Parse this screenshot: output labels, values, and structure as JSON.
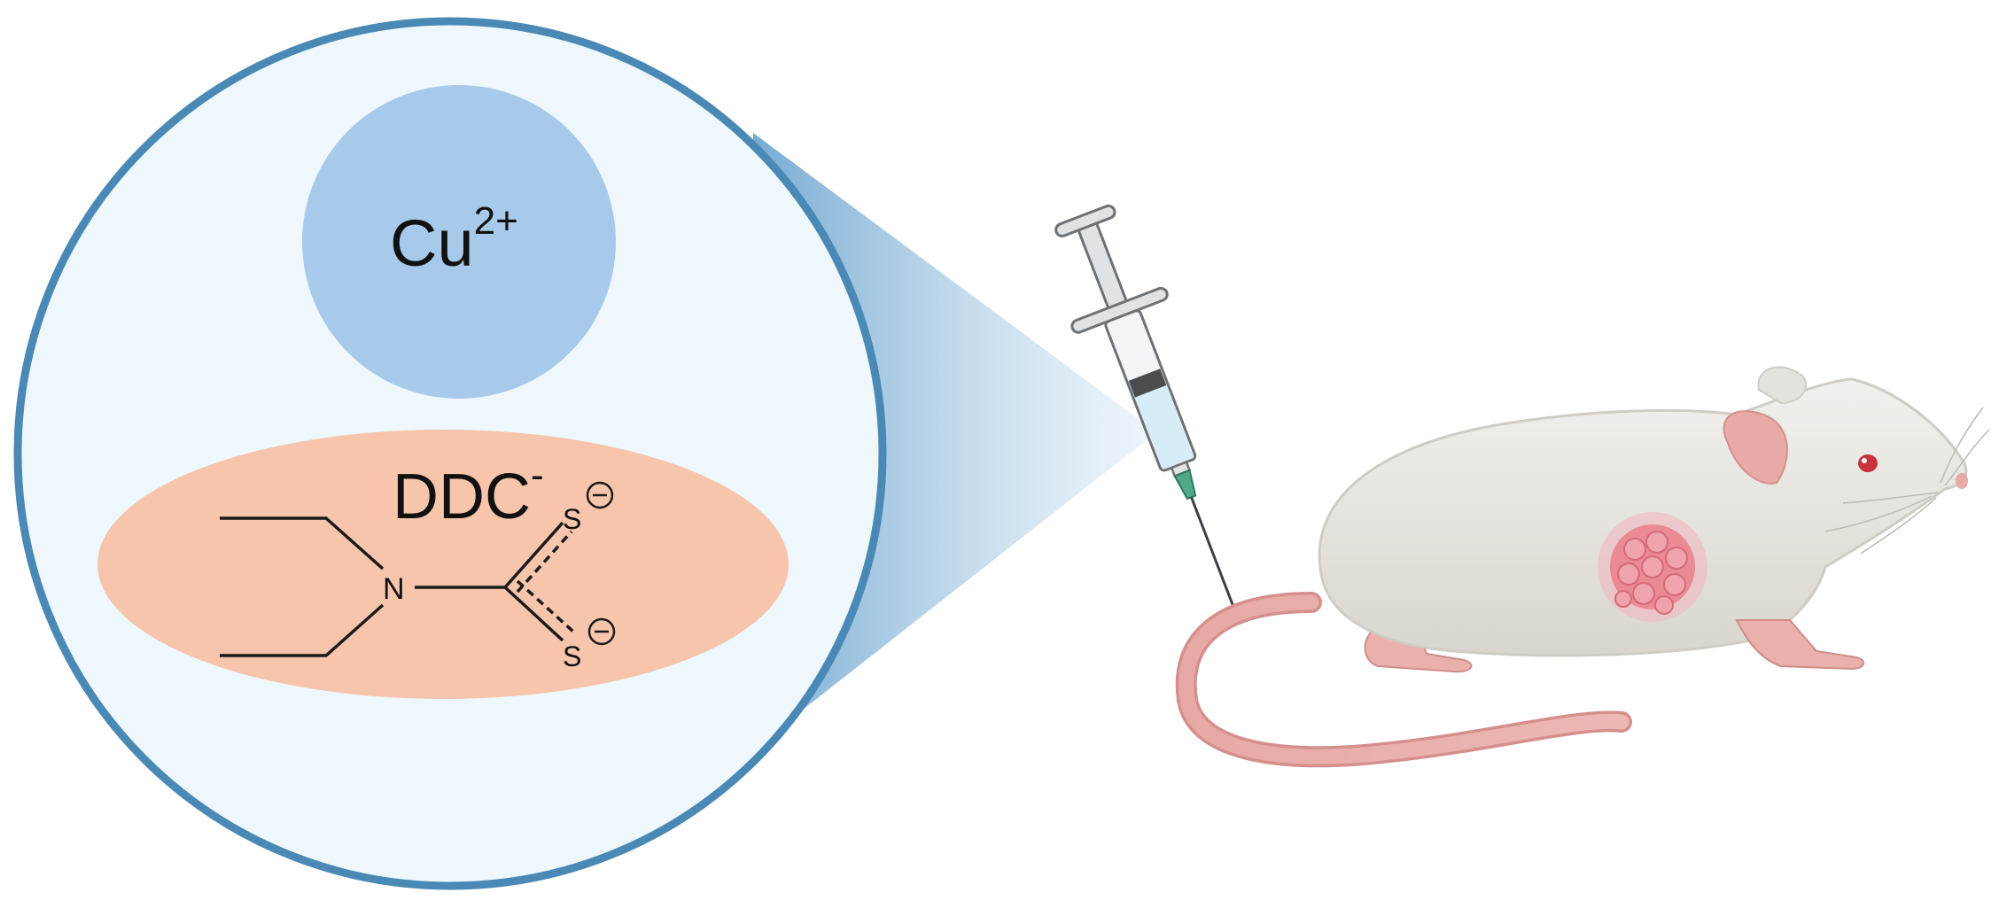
{
  "labels": {
    "cu_base": "Cu",
    "cu_charge": "2+",
    "ddc_base": "DDC",
    "ddc_charge": "-",
    "nitrogen": "N",
    "sulfur_top": "S",
    "sulfur_bottom": "S",
    "negative_charge_symbol": "−"
  },
  "colors": {
    "circle_fill": "#eef8fc",
    "circle_stroke": "#4a89b5",
    "cu_ion_fill": "#a7c9ea",
    "ddc_fill": "#f6c5ac",
    "zoom_beam": "#7fb4d8",
    "syringe_liquid": "#d6ecf6",
    "needle_hub": "#4fa886",
    "mouse_body": "#e6e4de",
    "mouse_tail": "#e4a5a3",
    "tumor": "#ea8a95",
    "eye": "#c9323f"
  },
  "icons": {
    "syringe": "syringe-icon",
    "mouse": "mouse-icon",
    "tumor": "tumor-icon"
  }
}
